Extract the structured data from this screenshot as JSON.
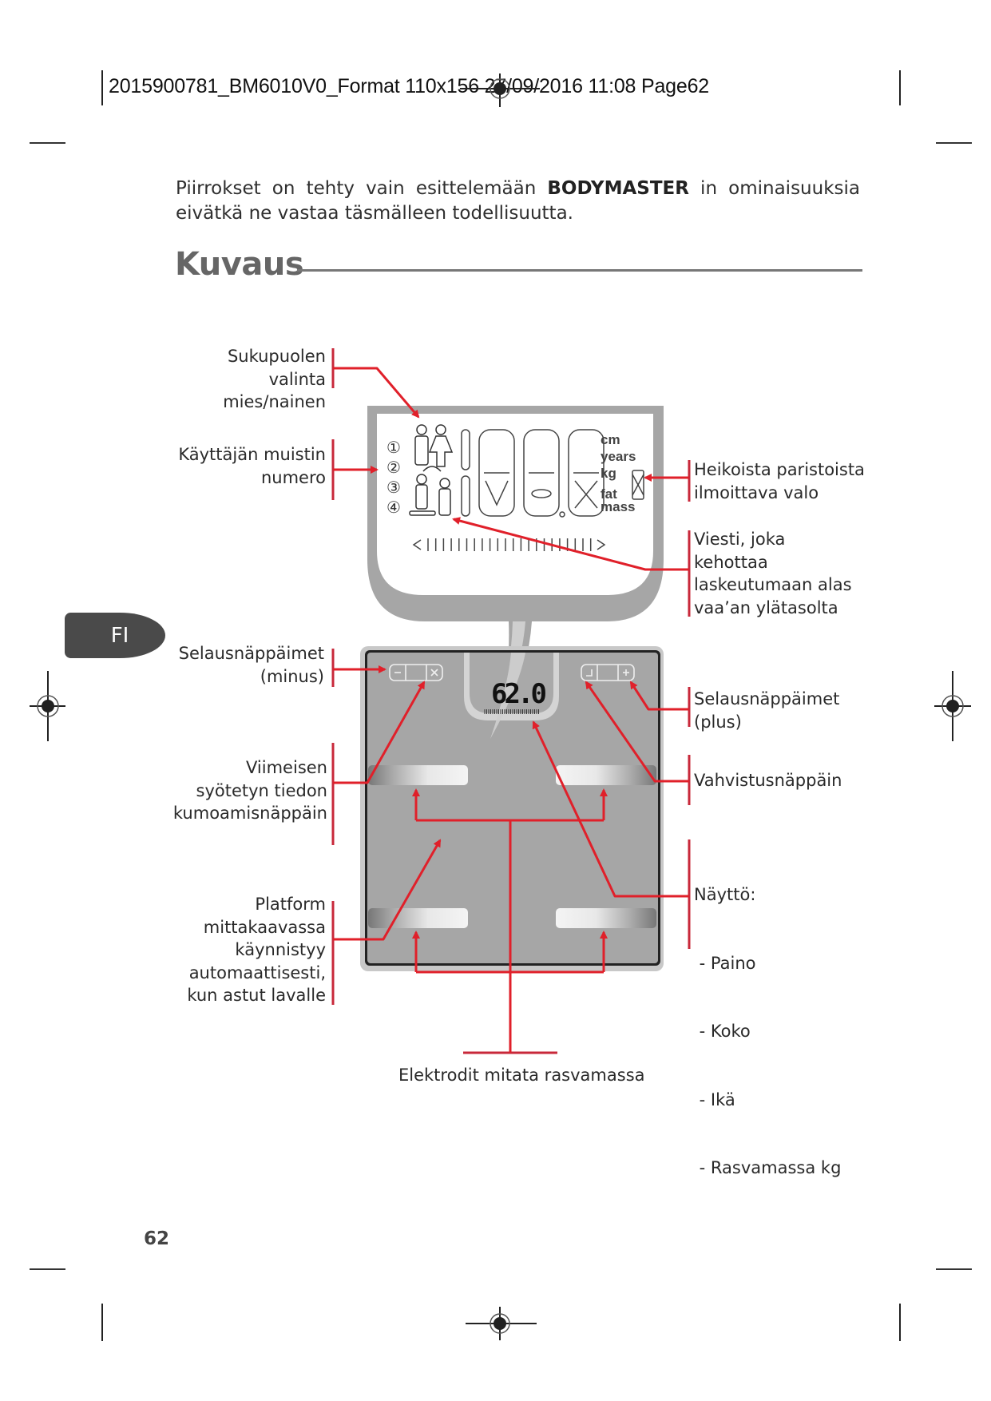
{
  "print_header": {
    "text": "2015900781_BM6010V0_Format 110x156  27/09/2016  11:08  Page62"
  },
  "intro": {
    "before_bold": "Piirrokset on tehty vain esittelemään ",
    "bold": "BODYMASTER",
    "after_bold": " in ominaisuuksia eivätkä ne vastaa täsmälleen todellisuutta."
  },
  "section": {
    "title": "Kuvaus"
  },
  "language_tab": "FI",
  "lcd": {
    "user_numbers": [
      "①",
      "②",
      "③",
      "④"
    ],
    "units": [
      "cm",
      "years",
      "kg",
      "fat",
      "mass"
    ]
  },
  "scale_display": {
    "reading": "62.0"
  },
  "callouts_left": [
    {
      "id": "gender",
      "lines": [
        "Sukupuolen",
        "valinta",
        "mies/nainen"
      ]
    },
    {
      "id": "user-memory",
      "lines": [
        "Käyttäjän muistin",
        "numero"
      ]
    },
    {
      "id": "scroll-minus",
      "lines": [
        "Selausnäppäimet",
        "(minus)"
      ]
    },
    {
      "id": "undo",
      "lines": [
        "Viimeisen",
        "syötetyn tiedon",
        "kumoamisnäppäin"
      ]
    },
    {
      "id": "platform",
      "lines": [
        "Platform",
        "mittakaavassa",
        "käynnistyy",
        "automaattisesti,",
        "kun astut lavalle"
      ]
    }
  ],
  "callouts_right": [
    {
      "id": "low-battery",
      "lines": [
        "Heikoista paristoista",
        "ilmoittava valo"
      ]
    },
    {
      "id": "step-off",
      "lines": [
        "Viesti, joka",
        "kehottaa",
        "laskeutumaan alas",
        "vaa’an ylätasolta"
      ]
    },
    {
      "id": "scroll-plus",
      "lines": [
        "Selausnäppäimet",
        "(plus)"
      ]
    },
    {
      "id": "confirm",
      "lines": [
        "Vahvistusnäppäin"
      ]
    },
    {
      "id": "display",
      "lines": [
        "Näyttö:",
        " - Paino",
        " - Koko",
        " - Ikä",
        " - Rasvamassa kg"
      ]
    }
  ],
  "callout_bottom": {
    "text": "Elektrodit mitata rasvamassa"
  },
  "page_number": "62",
  "colors": {
    "callout_red": "#e0202a",
    "bracket_red": "#c8283a",
    "device_gray": "#a6a6a6",
    "tab_gray": "#4a4a4a"
  }
}
